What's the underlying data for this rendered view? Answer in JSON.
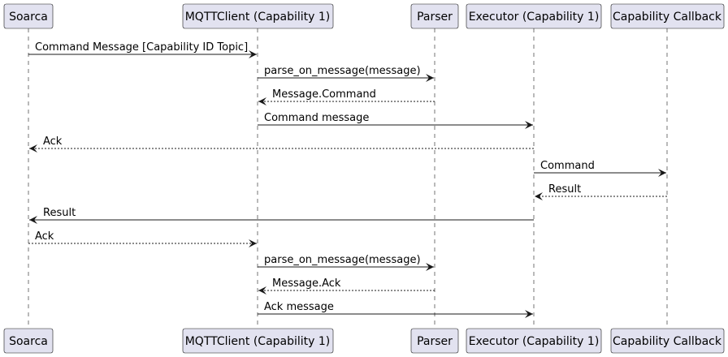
{
  "diagram": {
    "participants": [
      {
        "id": "soarca",
        "label": "Soarca"
      },
      {
        "id": "mqtt",
        "label": "MQTTClient (Capability 1)"
      },
      {
        "id": "parser",
        "label": "Parser"
      },
      {
        "id": "executor",
        "label": "Executor (Capability 1)"
      },
      {
        "id": "callback",
        "label": "Capability Callback"
      }
    ],
    "messages": [
      {
        "from": "soarca",
        "to": "mqtt",
        "label": "Command Message [Capability ID Topic]",
        "style": "solid"
      },
      {
        "from": "mqtt",
        "to": "parser",
        "label": "parse_on_message(message)",
        "style": "solid"
      },
      {
        "from": "parser",
        "to": "mqtt",
        "label": "Message.Command",
        "style": "dashed"
      },
      {
        "from": "mqtt",
        "to": "executor",
        "label": "Command message",
        "style": "solid"
      },
      {
        "from": "executor",
        "to": "soarca",
        "label": "Ack",
        "style": "dashed"
      },
      {
        "from": "executor",
        "to": "callback",
        "label": "Command",
        "style": "solid"
      },
      {
        "from": "callback",
        "to": "executor",
        "label": "Result",
        "style": "dashed"
      },
      {
        "from": "executor",
        "to": "soarca",
        "label": "Result",
        "style": "solid"
      },
      {
        "from": "soarca",
        "to": "mqtt",
        "label": "Ack",
        "style": "dashed"
      },
      {
        "from": "mqtt",
        "to": "parser",
        "label": "parse_on_message(message)",
        "style": "solid"
      },
      {
        "from": "parser",
        "to": "mqtt",
        "label": "Message.Ack",
        "style": "dashed"
      },
      {
        "from": "mqtt",
        "to": "executor",
        "label": "Ack message",
        "style": "solid"
      }
    ]
  }
}
